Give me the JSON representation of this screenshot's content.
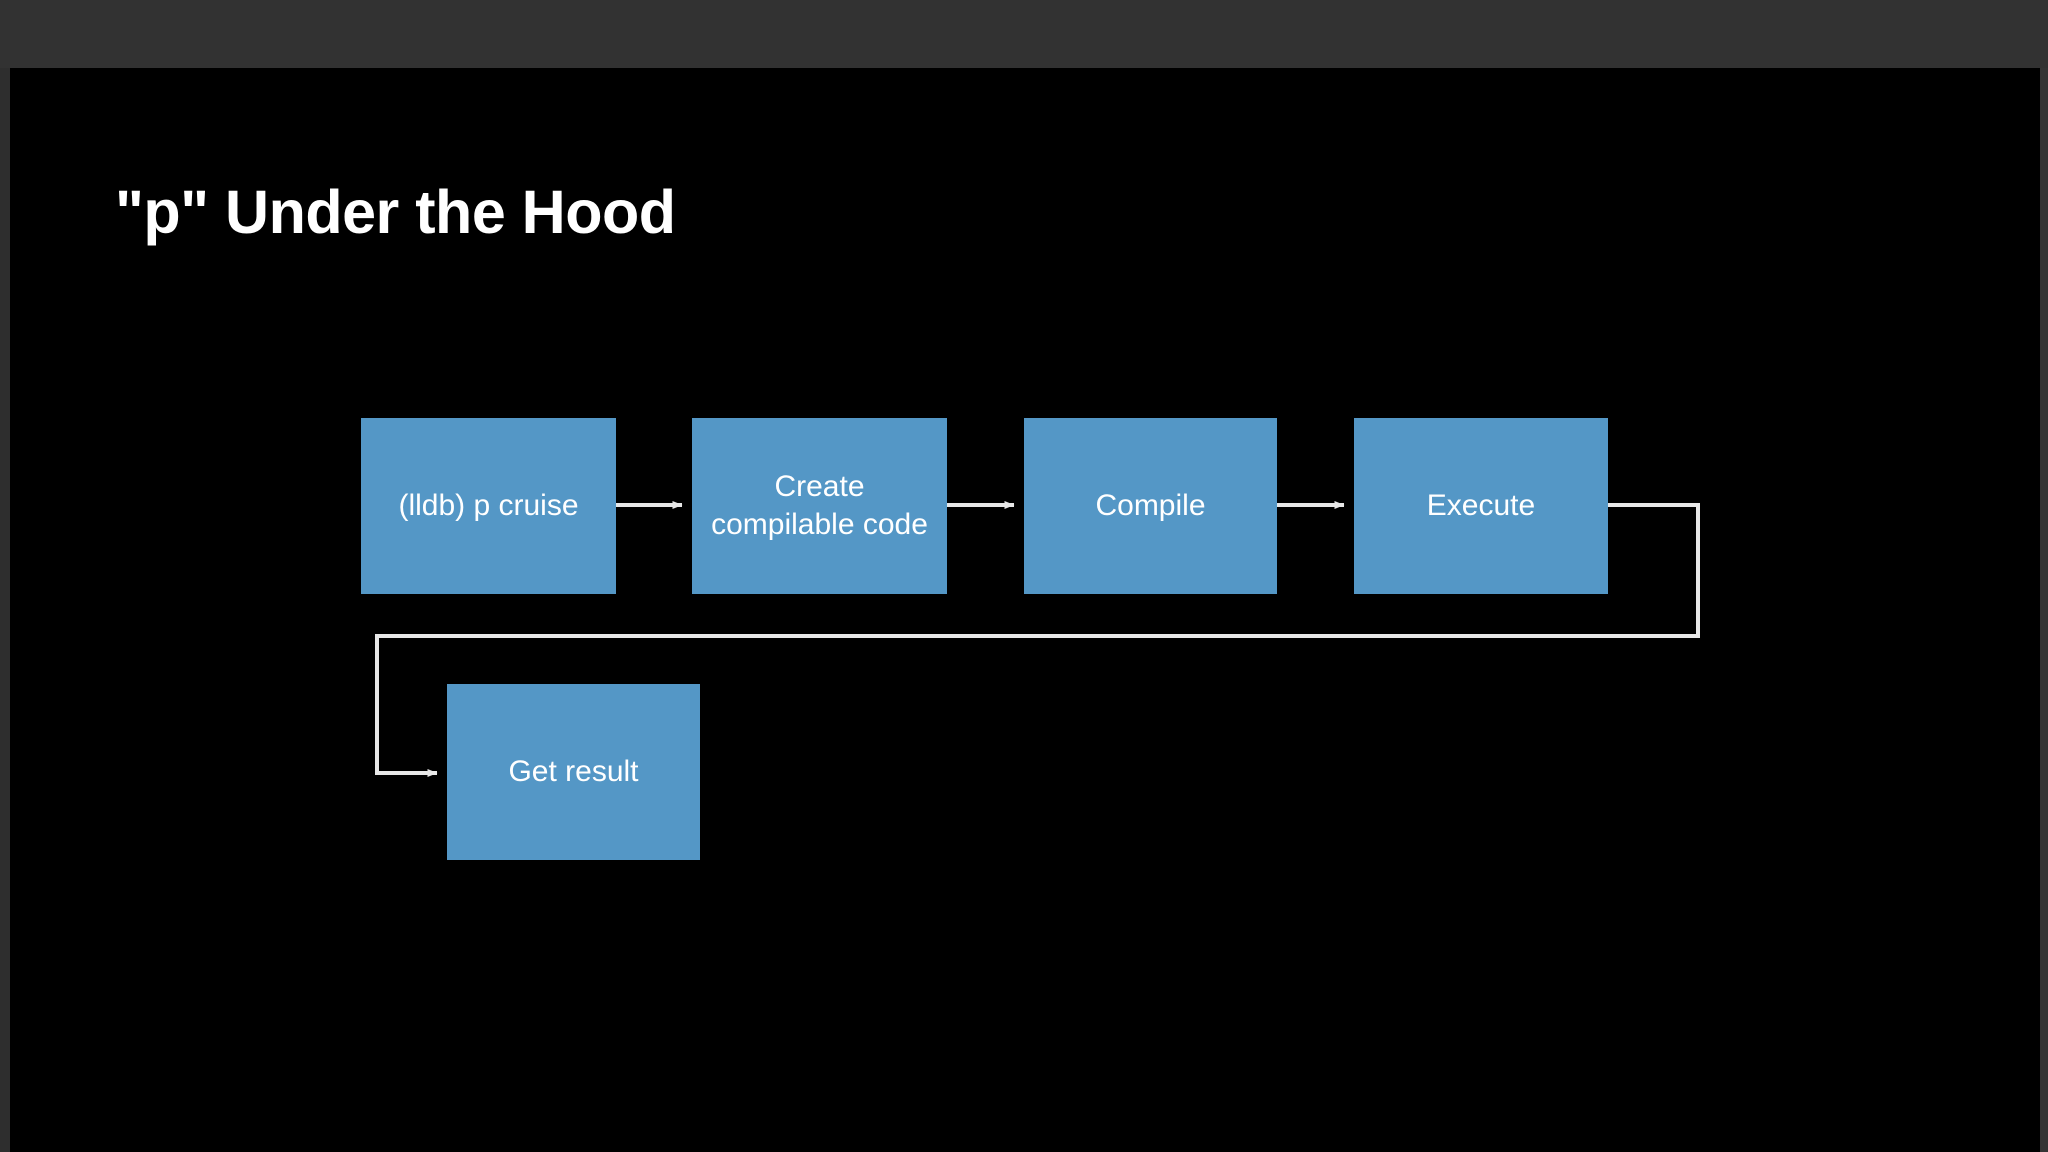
{
  "window": {
    "background_color": "#2e2e2e",
    "title_bar_color": "#323232"
  },
  "slide": {
    "background_color": "#000000",
    "title": "\"p\" Under the Hood",
    "title_color": "#ffffff"
  },
  "diagram": {
    "type": "flowchart",
    "node_fill_color": "#5497c6",
    "node_text_color": "#ffffff",
    "connector_color": "#e8e8e8",
    "nodes": [
      {
        "id": "lldb-p-cruise",
        "label": "(lldb) p cruise"
      },
      {
        "id": "create-compilable-code",
        "label": "Create\ncompilable code"
      },
      {
        "id": "compile",
        "label": "Compile"
      },
      {
        "id": "execute",
        "label": "Execute"
      },
      {
        "id": "get-result",
        "label": "Get result"
      }
    ],
    "edges": [
      {
        "from": "lldb-p-cruise",
        "to": "create-compilable-code",
        "style": "straight-arrow"
      },
      {
        "from": "create-compilable-code",
        "to": "compile",
        "style": "straight-arrow"
      },
      {
        "from": "compile",
        "to": "execute",
        "style": "straight-arrow"
      },
      {
        "from": "execute",
        "to": "get-result",
        "style": "elbow-wrap-arrow"
      }
    ]
  }
}
